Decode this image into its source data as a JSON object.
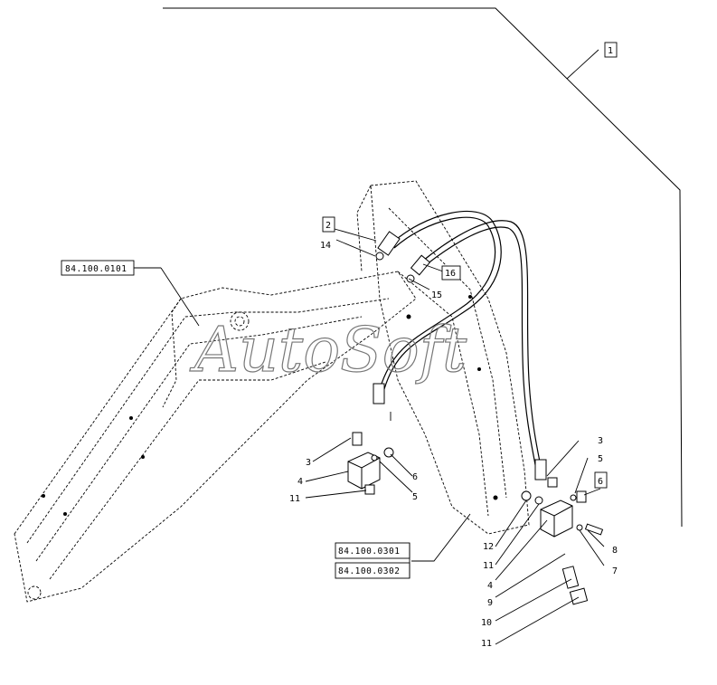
{
  "watermark": "AutoSoft",
  "ref_boxes": {
    "arm": "84.100.0101",
    "boom_a": "84.100.0301",
    "boom_b": "84.100.0302"
  },
  "boxed_items": {
    "kit": "1",
    "hose_a": "2",
    "hose_b": "16",
    "plug": "6"
  },
  "callouts": {
    "left": [
      "14",
      "15",
      "3",
      "4",
      "11",
      "6",
      "5"
    ],
    "right": [
      "3",
      "5",
      "12",
      "11",
      "4",
      "9",
      "10",
      "11",
      "8",
      "7"
    ]
  }
}
